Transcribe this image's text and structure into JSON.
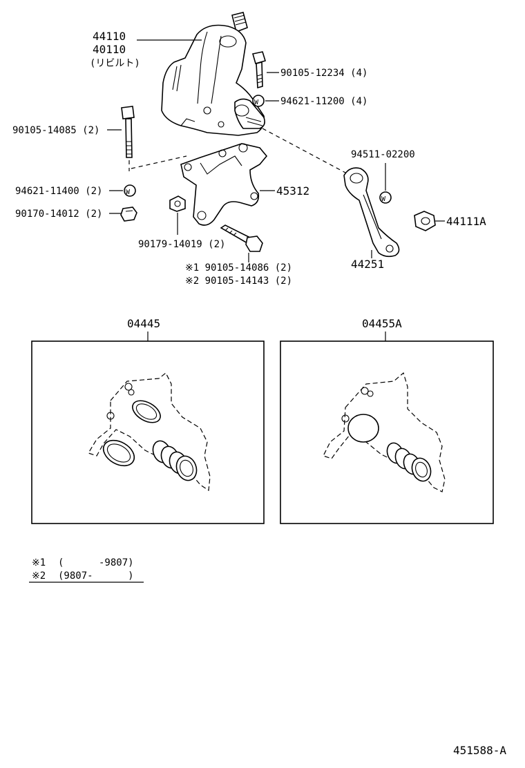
{
  "labels": {
    "gear_housing_1": "44110",
    "gear_housing_2": "40110",
    "gear_housing_note": "(リビルト)",
    "bolt_upper": "90105-12234 (4)",
    "washer_upper": "94621-11200 (4)",
    "bolt_left": "90105-14085 (2)",
    "washer_left": "94621-11400 (2)",
    "nut_left": "90170-14012 (2)",
    "bracket": "45312",
    "washer_arm": "94511-02200",
    "nut_arm": "44111A",
    "pitman_arm": "44251",
    "nut_bracket": "90179-14019 (2)",
    "bolt_ref1": "※1 90105-14086 (2)",
    "bolt_ref2": "※2 90105-14143 (2)"
  },
  "kits": [
    {
      "code": "04445"
    },
    {
      "code": "04455A"
    }
  ],
  "washer_mark": "W",
  "footnotes": [
    {
      "mark": "※1",
      "range": "(      -9807)"
    },
    {
      "mark": "※2",
      "range": "(9807-      )"
    }
  ],
  "figure_id": "451588-A"
}
